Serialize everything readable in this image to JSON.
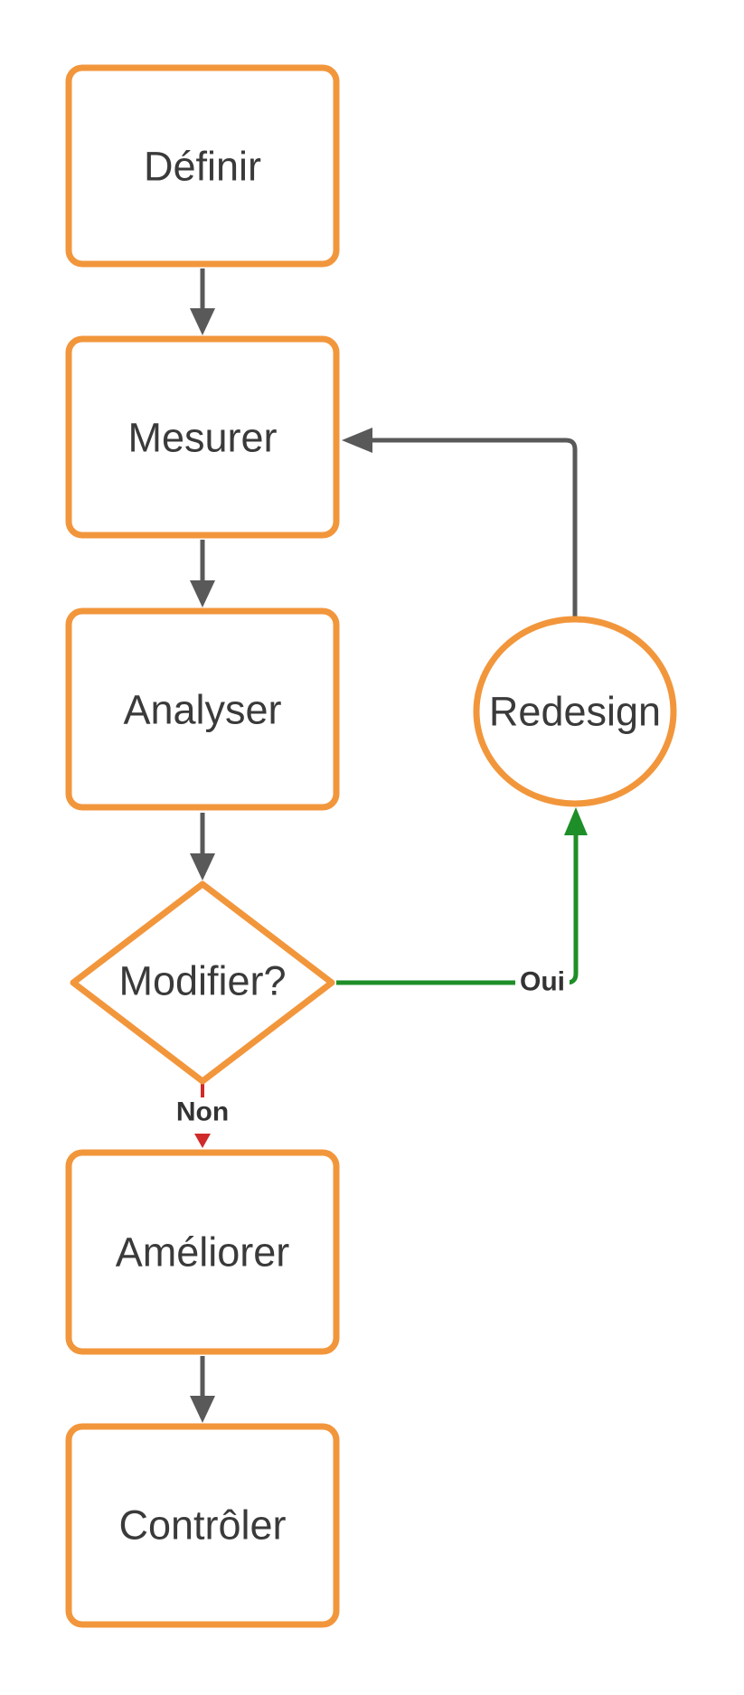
{
  "diagram": {
    "type": "flowchart",
    "nodes": {
      "define": {
        "label": "Définir",
        "shape": "rounded-rectangle"
      },
      "measure": {
        "label": "Mesurer",
        "shape": "rounded-rectangle"
      },
      "analyze": {
        "label": "Analyser",
        "shape": "rounded-rectangle"
      },
      "decision": {
        "label": "Modifier?",
        "shape": "diamond"
      },
      "redesign": {
        "label": "Redesign",
        "shape": "circle"
      },
      "improve": {
        "label": "Améliorer",
        "shape": "rounded-rectangle"
      },
      "control": {
        "label": "Contrôler",
        "shape": "rounded-rectangle"
      }
    },
    "edge_labels": {
      "yes": "Oui",
      "no": "Non"
    },
    "edges": [
      {
        "from": "define",
        "to": "measure",
        "color_key": "connector_gray",
        "label": ""
      },
      {
        "from": "measure",
        "to": "analyze",
        "color_key": "connector_gray",
        "label": ""
      },
      {
        "from": "analyze",
        "to": "decision",
        "color_key": "connector_gray",
        "label": ""
      },
      {
        "from": "decision",
        "to": "redesign",
        "color_key": "connector_green",
        "label": "Oui"
      },
      {
        "from": "redesign",
        "to": "measure",
        "color_key": "connector_gray",
        "label": ""
      },
      {
        "from": "decision",
        "to": "improve",
        "color_key": "connector_red",
        "label": "Non"
      },
      {
        "from": "improve",
        "to": "control",
        "color_key": "connector_gray",
        "label": ""
      }
    ],
    "colors": {
      "node_stroke": "#F2963C",
      "connector_gray": "#595959",
      "connector_green": "#1E8E28",
      "connector_red": "#D02A2A",
      "text": "#3A3A3A",
      "edge_label_text": "#333333",
      "background": "#FFFFFF"
    }
  }
}
